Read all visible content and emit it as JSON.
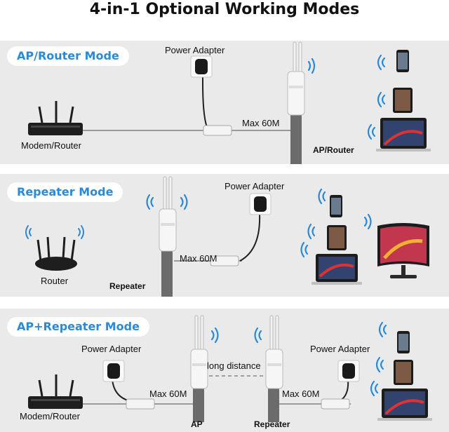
{
  "title": "4-in-1 Optional Working Modes",
  "colors": {
    "accent": "#2a8ad8",
    "panel": "#eaeaea",
    "wifi": "#2a8ad8"
  },
  "modes": [
    {
      "name": "AP/Router Mode",
      "labels": {
        "power_adapter": "Power Adapter",
        "cable": "Max 60M",
        "source": "Modem/Router",
        "unit": "AP/Router"
      }
    },
    {
      "name": "Repeater Mode",
      "labels": {
        "power_adapter": "Power Adapter",
        "cable": "Max 60M",
        "source": "Router",
        "unit": "Repeater"
      }
    },
    {
      "name": "AP+Repeater Mode",
      "labels": {
        "power_adapter_left": "Power Adapter",
        "power_adapter_right": "Power Adapter",
        "cable_left": "Max 60M",
        "cable_right": "Max 60M",
        "link": "long distance",
        "source": "Modem/Router",
        "unit_left": "AP",
        "unit_right": "Repeater"
      }
    }
  ]
}
